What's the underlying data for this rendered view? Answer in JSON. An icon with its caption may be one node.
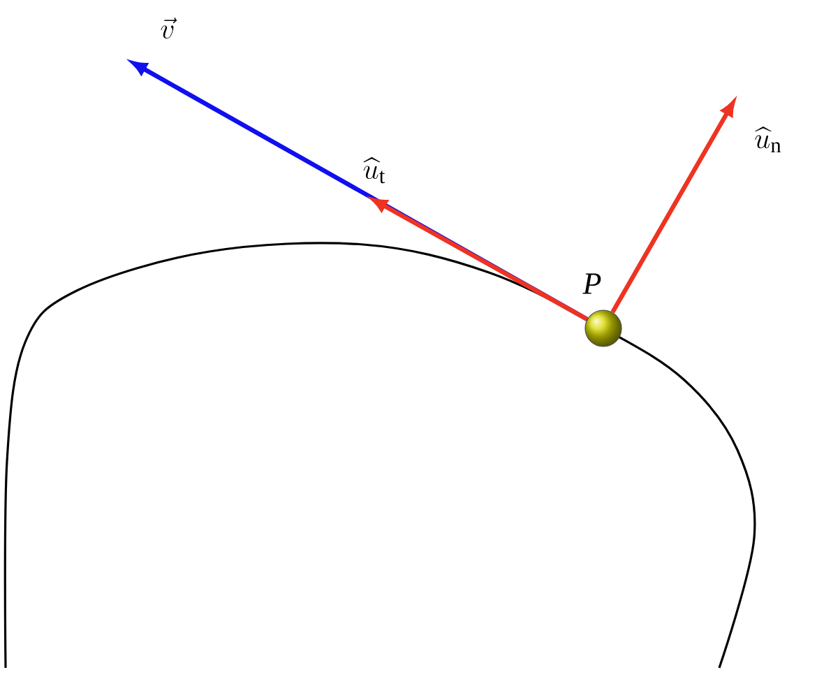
{
  "diagram": {
    "nodes": [
      {
        "text": [],
        "shape": "circle",
        "beside": [
          "P"
        ]
      },
      {
        "text": [
          "\\vec{v}"
        ]
      },
      {
        "text": [
          "\\widehat{u}_{\\mathrm{t}}"
        ]
      },
      {
        "text": [
          "\\widehat{u}_{\\mathrm{n}}"
        ]
      }
    ],
    "edges": [
      {
        "from": 0,
        "to": 1,
        "arrow": "to",
        "color": "#1010ee"
      },
      {
        "from": 0,
        "to": 2,
        "arrow": "to"
      },
      {
        "from": 0,
        "to": 3,
        "arrow": "to"
      }
    ]
  }
}
